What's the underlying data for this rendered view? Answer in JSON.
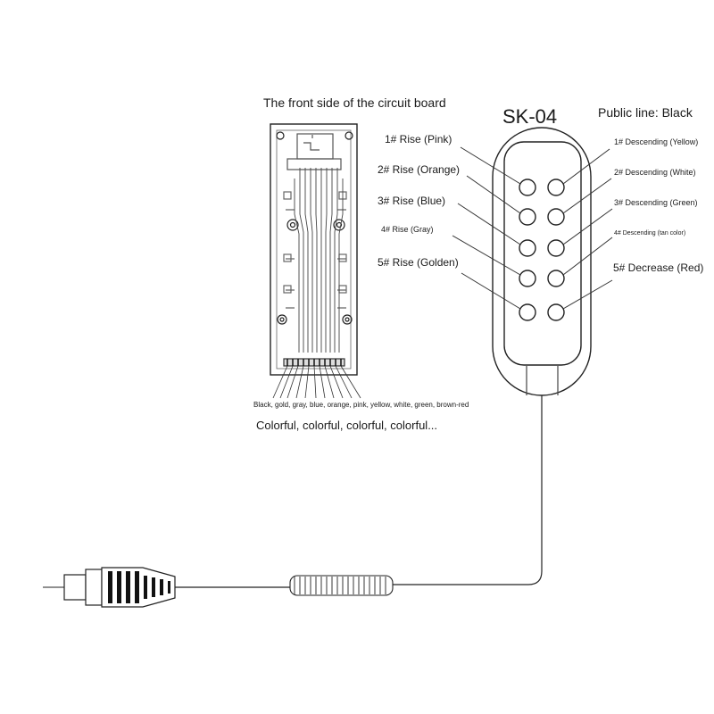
{
  "board": {
    "title": "The front side of the circuit board",
    "wire_colors": "Black, gold, gray, blue, orange, pink, yellow, white, green, brown-red",
    "footnote": "Colorful, colorful, colorful, colorful..."
  },
  "remote": {
    "model": "SK-04",
    "public_line": "Public line: Black"
  },
  "left_labels": [
    "1# Rise (Pink)",
    "2# Rise (Orange)",
    "3# Rise (Blue)",
    "4# Rise (Gray)",
    "5# Rise (Golden)"
  ],
  "right_labels": [
    "1# Descending (Yellow)",
    "2# Descending (White)",
    "3# Descending (Green)",
    "4# Descending (tan color)",
    "5# Decrease (Red)"
  ]
}
